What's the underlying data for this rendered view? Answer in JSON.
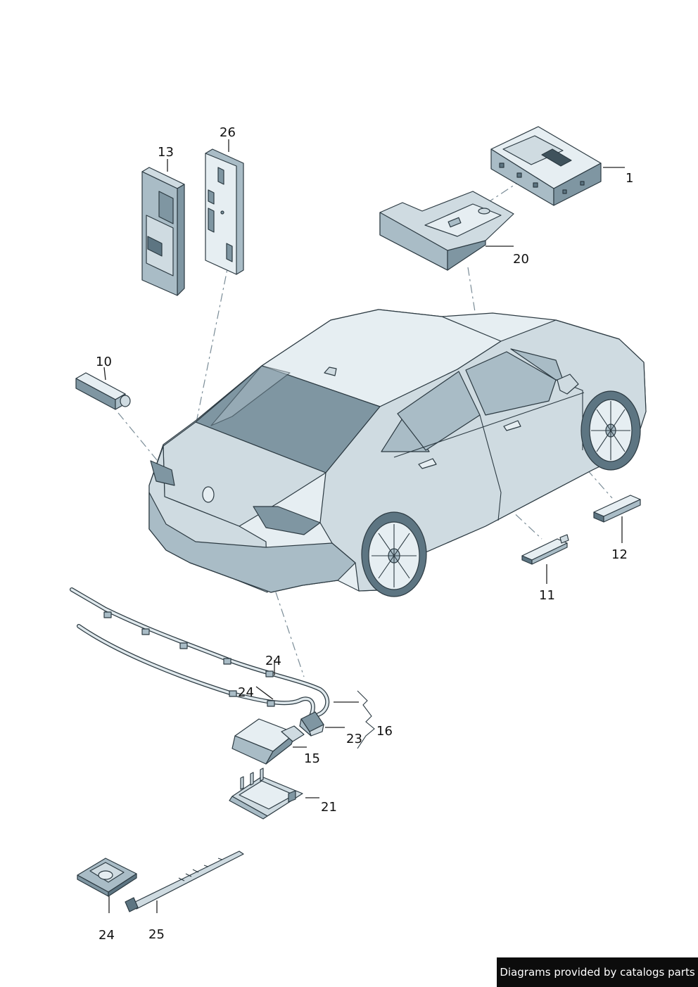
{
  "callouts": {
    "c1": "1",
    "c10": "10",
    "c11": "11",
    "c12": "12",
    "c13": "13",
    "c15": "15",
    "c16": "16",
    "c20": "20",
    "c21": "21",
    "c23": "23",
    "c24a": "24",
    "c24b": "24",
    "c24c": "24",
    "c25": "25",
    "c26": "26"
  },
  "footer": {
    "credit": "Diagrams provided by catalogs parts"
  },
  "colors": {
    "outline": "#2c3a42",
    "panel_light": "#e6eef2",
    "panel_mid": "#a9bcc6",
    "panel_dark": "#5d7582",
    "footer_bg": "#0c0c0c"
  }
}
